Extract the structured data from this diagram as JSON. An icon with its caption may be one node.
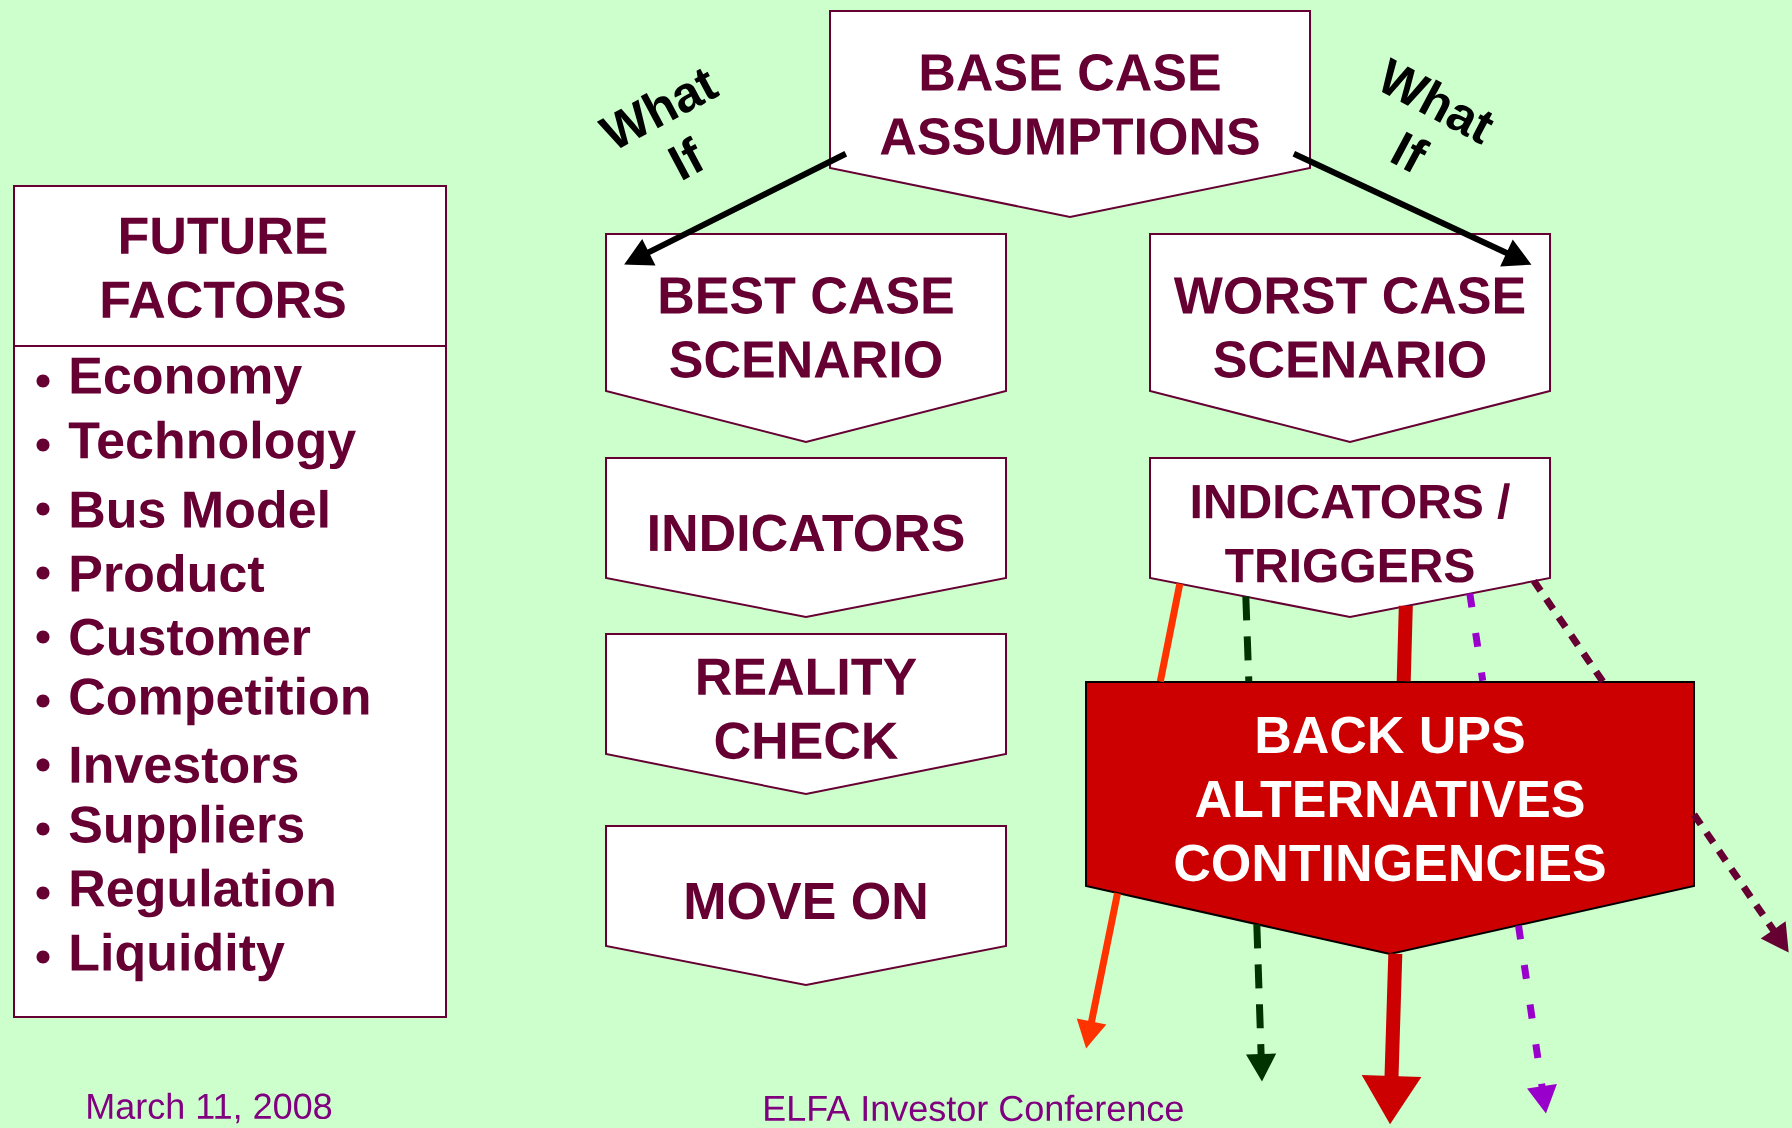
{
  "diagram": {
    "nodes": [
      {
        "text": [
          "FUTURE FACTORS",
          "Economy",
          "Technology",
          "Bus Model",
          "Product",
          "Customer",
          "Competition",
          "Investors",
          "Suppliers",
          "Regulation",
          "Liquidity"
        ]
      },
      {
        "text": [
          "BASE CASE ASSUMPTIONS"
        ]
      },
      {
        "text": [
          "BEST CASE SCENARIO"
        ]
      },
      {
        "text": [
          "WORST CASE SCENARIO"
        ]
      },
      {
        "text": [
          "INDICATORS"
        ]
      },
      {
        "text": [
          "INDICATORS / TRIGGERS"
        ]
      },
      {
        "text": [
          "REALITY CHECK"
        ]
      },
      {
        "text": [
          "MOVE ON"
        ]
      },
      {
        "text": [
          "BACK UPS ALTERNATIVES CONTINGENCIES"
        ]
      }
    ],
    "edges": [
      {
        "from": 1,
        "to": 2,
        "arrow": "to",
        "label": "What If"
      },
      {
        "from": 1,
        "to": 3,
        "arrow": "to",
        "label": "What If"
      },
      {
        "from": 5,
        "to": null,
        "arrow": "to",
        "color": "#ff3300"
      },
      {
        "from": 5,
        "to": null,
        "arrow": "to",
        "style": "dashed",
        "color": "#003300"
      },
      {
        "from": 5,
        "to": null,
        "arrow": "to",
        "style": "thick",
        "color": "#cc0000"
      },
      {
        "from": 5,
        "to": null,
        "arrow": "to",
        "style": "dashed",
        "color": "#9900cc"
      },
      {
        "from": 5,
        "to": null,
        "arrow": "to",
        "style": "dashed",
        "color": "#660033"
      }
    ],
    "labels": [
      "March 11, 2008",
      "ELFA Investor Conference"
    ]
  }
}
